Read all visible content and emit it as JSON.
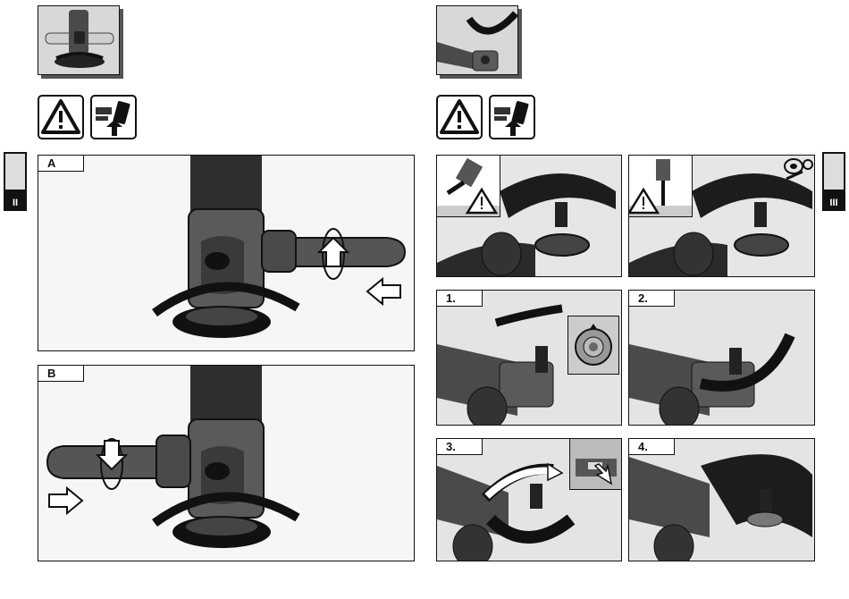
{
  "left_section": {
    "panel_a_label": "A",
    "panel_b_label": "B",
    "side_tab_label": "II"
  },
  "right_section": {
    "step_labels": [
      "1.",
      "2.",
      "3.",
      "4."
    ],
    "side_tab_label": "III"
  },
  "icons": {
    "warning": "warning-triangle-icon",
    "unplug": "unplug-battery-icon"
  },
  "colors": {
    "ink": "#111111",
    "tool_body": "#5a5a5a",
    "tool_dark": "#2a2a2a",
    "handle_light": "#cfcfcf",
    "background_photo": "#e8e8e8"
  }
}
